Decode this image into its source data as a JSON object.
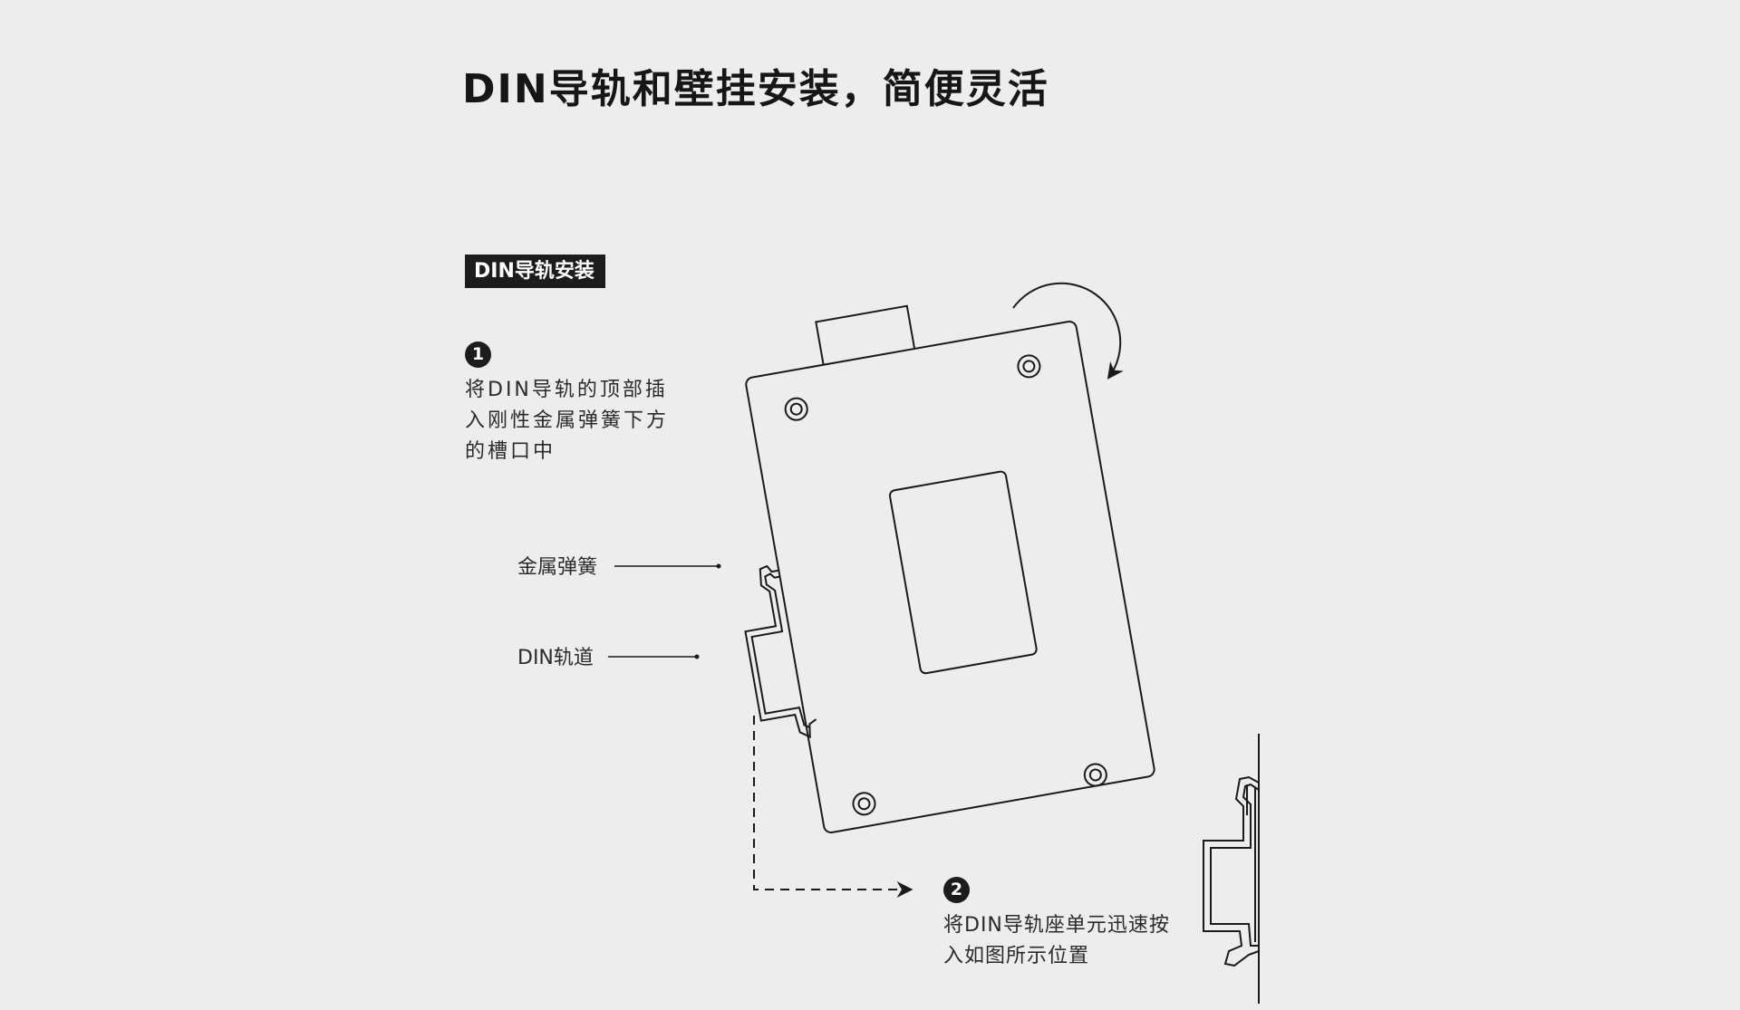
{
  "title": "DIN导轨和壁挂安装，简便灵活",
  "section_label": "DIN导轨安装",
  "steps": [
    {
      "number": "1",
      "text": "将DIN导轨的顶部插入刚性金属弹簧下方的槽口中"
    },
    {
      "number": "2",
      "text": "将DIN导轨座单元迅速按入如图所示位置"
    }
  ],
  "callouts": {
    "spring": "金属弹簧",
    "rail": "DIN轨道"
  },
  "colors": {
    "background": "#ededed",
    "line": "#1a1a1a",
    "badge": "#1c1c1c"
  }
}
